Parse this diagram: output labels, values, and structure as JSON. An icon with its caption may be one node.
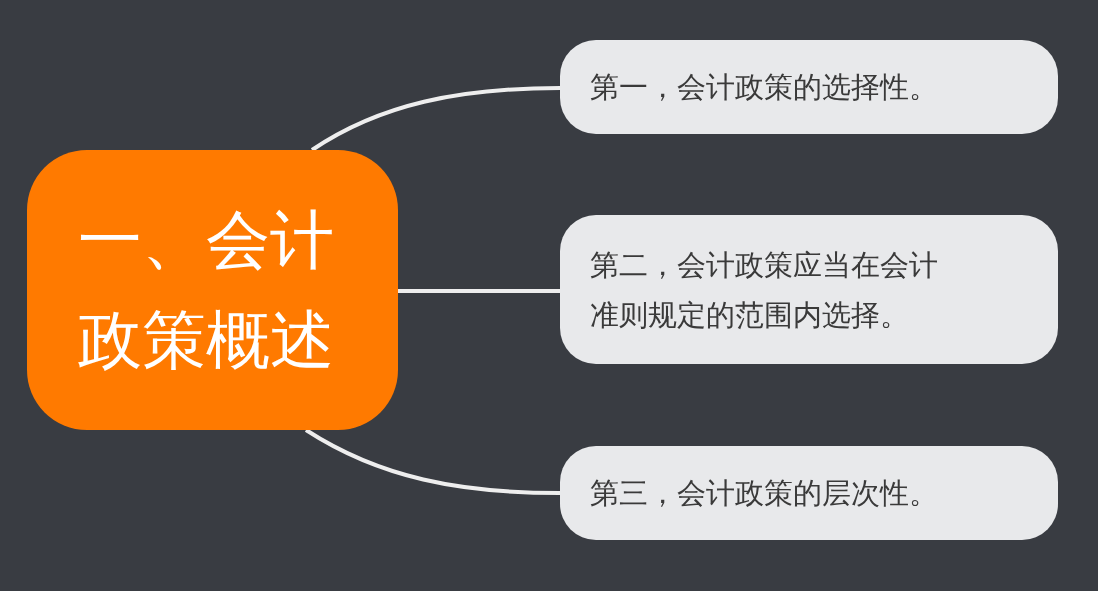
{
  "diagram": {
    "nodes": [
      {
        "text": [
          "一、会计政策概述"
        ]
      },
      {
        "text": [
          "第一，会计政策的选择性。"
        ]
      },
      {
        "text": [
          "第二，会计政策应当在会计准则规定的范围内选择。"
        ]
      },
      {
        "text": [
          "第三，会计政策的层次性。"
        ]
      }
    ],
    "edges": [
      {
        "from": 0,
        "to": 1,
        "arrow": "none"
      },
      {
        "from": 0,
        "to": 2,
        "arrow": "none"
      },
      {
        "from": 0,
        "to": 3,
        "arrow": "none"
      }
    ]
  }
}
